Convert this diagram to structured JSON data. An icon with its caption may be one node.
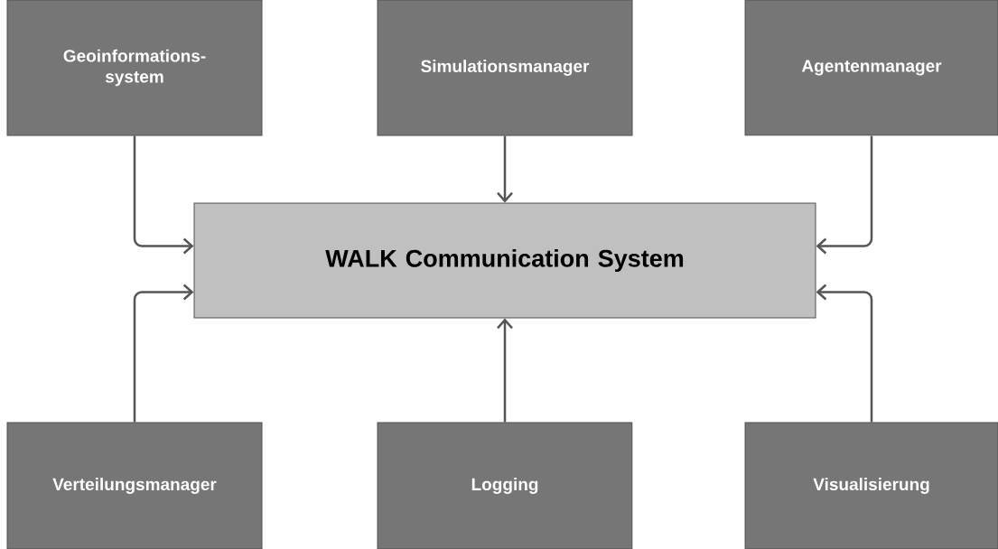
{
  "diagram": {
    "nodes": [
      {
        "text": [
          "Geoinformations-system"
        ]
      },
      {
        "text": [
          "Simulationsmanager"
        ]
      },
      {
        "text": [
          "Agentenmanager"
        ]
      },
      {
        "text": [
          "WALK Communication System"
        ]
      },
      {
        "text": [
          "Verteilungsmanager"
        ]
      },
      {
        "text": [
          "Logging"
        ]
      },
      {
        "text": [
          "Visualisierung"
        ]
      }
    ],
    "edges": [
      {
        "from": 0,
        "to": 3,
        "arrow": "to"
      },
      {
        "from": 1,
        "to": 3,
        "arrow": "to"
      },
      {
        "from": 2,
        "to": 3,
        "arrow": "to"
      },
      {
        "from": 4,
        "to": 3,
        "arrow": "to"
      },
      {
        "from": 5,
        "to": 3,
        "arrow": "to"
      },
      {
        "from": 6,
        "to": 3,
        "arrow": "to"
      }
    ]
  }
}
